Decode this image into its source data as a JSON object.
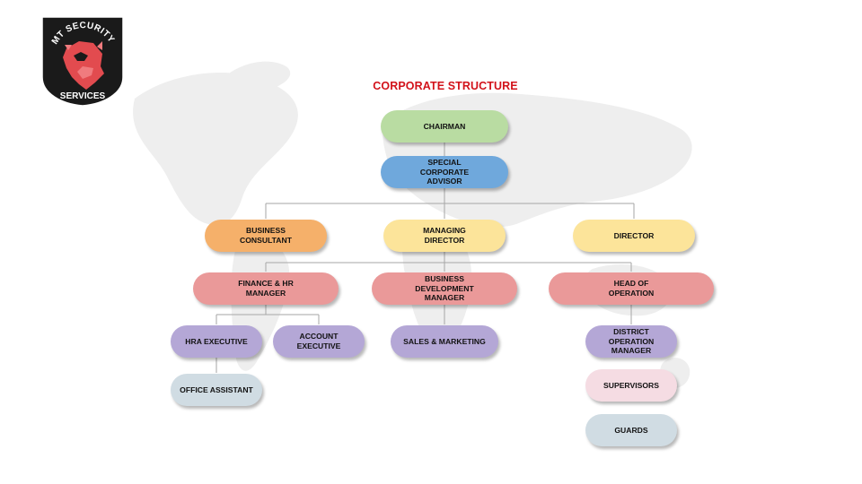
{
  "logo": {
    "top_text": "MT SECURITY",
    "bottom_text": "SERVICES",
    "icon": "lion-head-icon"
  },
  "title": "CORPORATE STRUCTURE",
  "colors": {
    "title": "#d2121a",
    "green": "#b9dca2",
    "blue": "#6fa8dc",
    "orange": "#f5b06a",
    "yellow": "#fce49a",
    "red": "#ea9999",
    "purple": "#b4a7d6",
    "slate": "#d0dce3",
    "pink": "#f5dce3",
    "line": "#a6a6a6"
  },
  "nodes": {
    "chairman": "CHAIRMAN",
    "special_corporate_advisor": "SPECIAL\nCORPORATE\nADVISOR",
    "business_consultant": "BUSINESS\nCONSULTANT",
    "managing_director": "MANAGING\nDIRECTOR",
    "director": "DIRECTOR",
    "finance_hr_manager": "FINANCE & HR\nMANAGER",
    "business_development_manager": "BUSINESS\nDEVELOPMENT\nMANAGER",
    "head_of_operation": "HEAD OF\nOPERATION",
    "hra_executive": "HRA EXECUTIVE",
    "account_executive": "ACCOUNT\nEXECUTIVE",
    "sales_marketing": "SALES & MARKETING",
    "district_operation_manager": "DISTRICT\nOPERATION\nMANAGER",
    "office_assistant": "OFFICE ASSISTANT",
    "supervisors": "SUPERVISORS",
    "guards": "GUARDS"
  }
}
